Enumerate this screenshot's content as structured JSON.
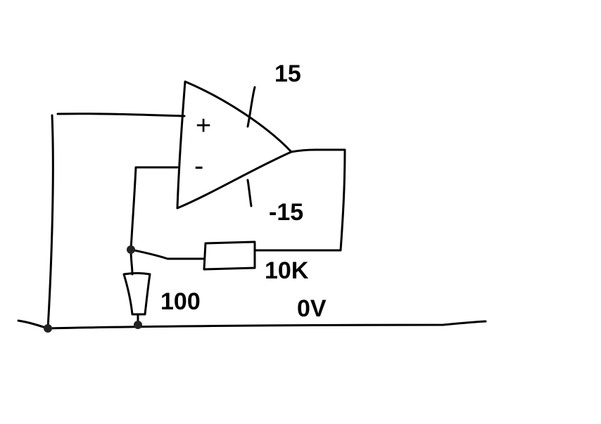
{
  "labels": {
    "positive_supply": "15",
    "negative_supply": "-15",
    "feedback_resistor": "10K",
    "ground_resistor": "100",
    "ground_rail": "0V",
    "noninverting_input": "+",
    "inverting_input": "-"
  },
  "colors": {
    "ink": "#000000",
    "background": "#ffffff"
  }
}
